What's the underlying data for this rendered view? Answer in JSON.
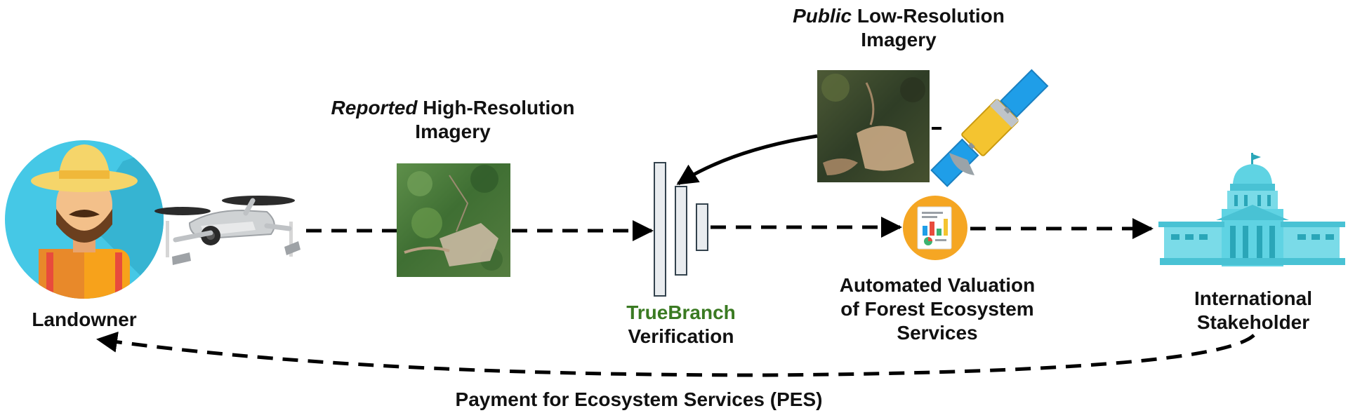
{
  "labels": {
    "landowner": "Landowner",
    "reported_emph": "Reported",
    "reported_rest": "High-Resolution",
    "reported_line2": "Imagery",
    "public_emph": "Public",
    "public_rest": "Low-Resolution",
    "public_line2": "Imagery",
    "truebranch": "TrueBranch",
    "verification": "Verification",
    "valuation_line1": "Automated Valuation",
    "valuation_line2": "of Forest Ecosystem",
    "valuation_line3": "Services",
    "stakeholder_line1": "International",
    "stakeholder_line2": "Stakeholder",
    "payment": "Payment for Ecosystem Services (PES)"
  },
  "icons": {
    "landowner": "farmer-avatar-icon",
    "drone": "drone-icon",
    "satellite": "satellite-icon",
    "report": "report-chart-icon",
    "building": "government-building-icon"
  },
  "colors": {
    "truebranch": "#3a7a22",
    "avatar_bg": "#45c8e6",
    "building": "#5fd3e3",
    "report_circle": "#f5a623"
  }
}
